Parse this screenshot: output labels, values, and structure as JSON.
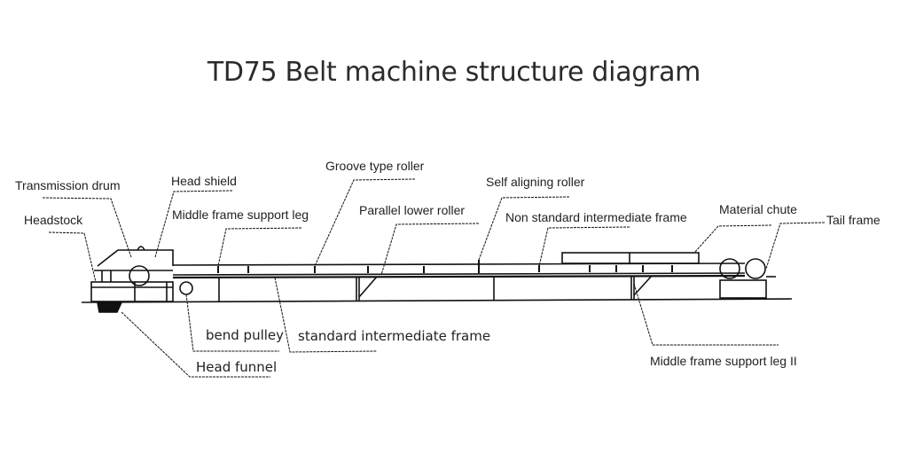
{
  "title": "TD75 Belt machine structure diagram",
  "labels": {
    "transmission_drum": "Transmission drum",
    "head_shield": "Head shield",
    "headstock": "Headstock",
    "middle_frame_support_leg": "Middle frame support leg",
    "groove_type_roller": "Groove type roller",
    "parallel_lower_roller": "Parallel lower roller",
    "self_aligning_roller": "Self aligning roller",
    "non_standard_intermediate_frame": "Non standard intermediate frame",
    "material_chute": "Material chute",
    "tail_frame": "Tail frame",
    "bend_pulley": "bend pulley",
    "standard_intermediate_frame": "standard intermediate frame",
    "head_funnel": "Head funnel",
    "middle_frame_support_leg_2": "Middle frame support leg  II"
  }
}
